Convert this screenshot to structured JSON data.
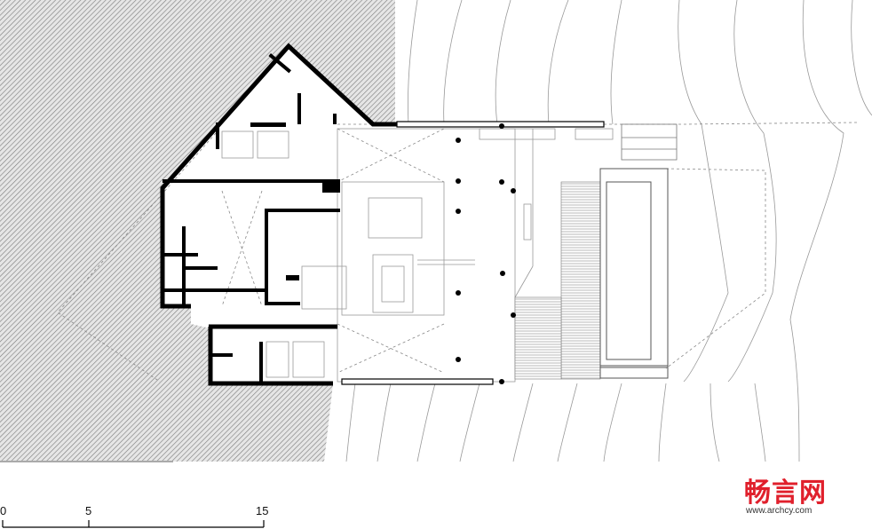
{
  "scale_bar": {
    "labels": [
      "0",
      "5",
      "15"
    ]
  },
  "watermark": {
    "logo_text": "畅言网",
    "url": "www.archcy.com",
    "color": "#e0202c"
  },
  "colors": {
    "wall": "#000000",
    "terrain_hatch": "#8a8a8a",
    "thin_line": "#9a9a9a"
  }
}
